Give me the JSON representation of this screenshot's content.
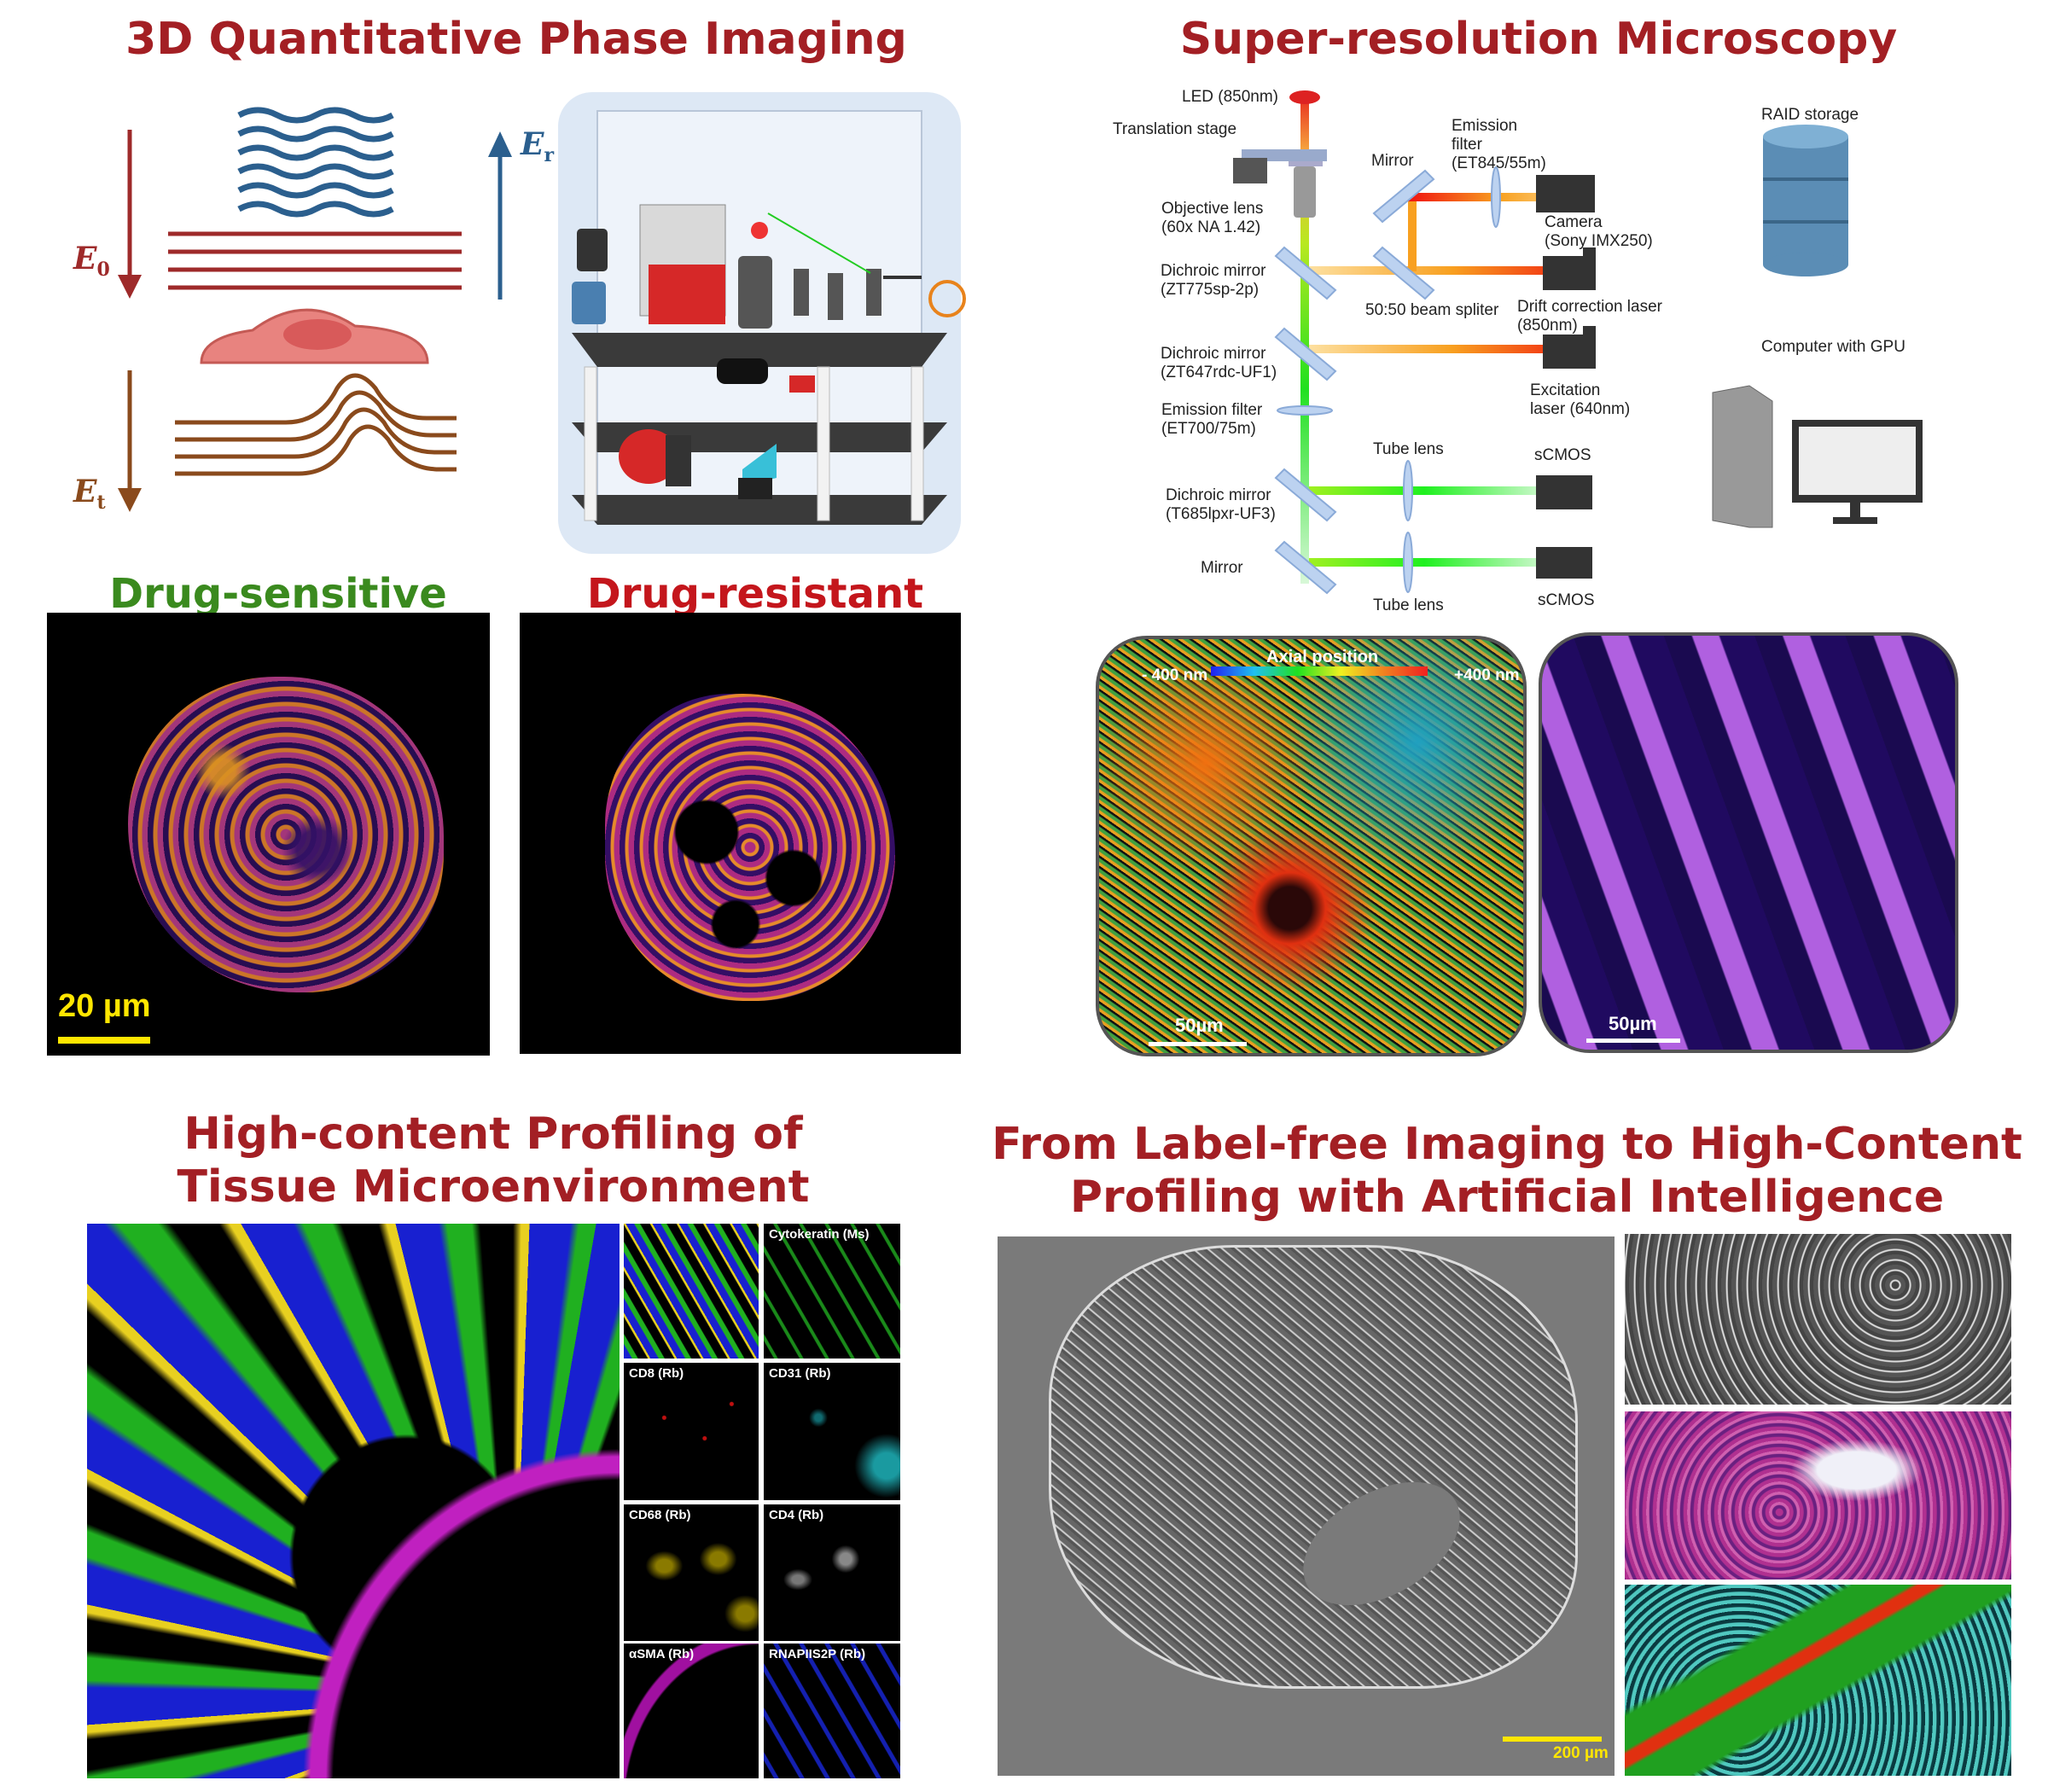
{
  "qpi": {
    "title": "3D Quantitative Phase Imaging",
    "e0": {
      "symbol": "E",
      "sub": "0"
    },
    "er": {
      "symbol": "E",
      "sub": "r"
    },
    "et": {
      "symbol": "E",
      "sub": "t"
    },
    "drug_sensitive": "Drug-sensitive",
    "drug_resistant": "Drug-resistant",
    "scale_bar": "20 µm",
    "colors": {
      "title": "#a31f24",
      "sensitive": "#3a8a1e",
      "resistant": "#c4161c",
      "blue_arrow": "#2b5f8e",
      "red_arrow": "#9e2a2a",
      "brown_arrow": "#8a4a1c"
    }
  },
  "sr": {
    "title": "Super-resolution Microscopy",
    "labels": {
      "led": "LED (850nm)",
      "translation_stage": "Translation stage",
      "objective": "Objective lens\n(60x NA 1.42)",
      "dichroic1": "Dichroic mirror\n(ZT775sp-2p)",
      "dichroic2": "Dichroic mirror\n(ZT647rdc-UF1)",
      "emission_filter": "Emission filter\n(ET700/75m)",
      "dichroic3": "Dichroic mirror\n(T685lpxr-UF3)",
      "mirror_bottom": "Mirror",
      "mirror_top": "Mirror",
      "emission_filter_top": "Emission\nfilter\n(ET845/55m)",
      "camera": "Camera\n(Sony IMX250)",
      "beam_splitter": "50:50 beam spliter",
      "drift_laser": "Drift correction laser\n(850nm)",
      "excitation_laser": "Excitation\nlaser (640nm)",
      "tube_lens_1": "Tube lens",
      "tube_lens_2": "Tube lens",
      "scmos_1": "sCMOS",
      "scmos_2": "sCMOS",
      "raid": "RAID storage",
      "computer": "Computer with GPU"
    },
    "axial_position": "Axial position",
    "axial_min": "- 400 nm",
    "axial_max": "+400 nm",
    "scale_bar_left": "50µm",
    "scale_bar_right": "50µm"
  },
  "profiling": {
    "title_line1": "High-content Profiling of",
    "title_line2": "Tissue Microenvironment",
    "channels": [
      {
        "label": ""
      },
      {
        "label": "Cytokeratin (Ms)",
        "color": "#2fd12f"
      },
      {
        "label": "CD8 (Rb)",
        "color": "#e01010"
      },
      {
        "label": "CD31 (Rb)",
        "color": "#20c8d0"
      },
      {
        "label": "CD68 (Rb)",
        "color": "#e8d000"
      },
      {
        "label": "CD4 (Rb)",
        "color": "#dddddd"
      },
      {
        "label": "αSMA (Rb)",
        "color": "#d020d0"
      },
      {
        "label": "RNAPIIS2P (Rb)",
        "color": "#2030f0"
      }
    ]
  },
  "ai": {
    "title_line1": "From Label-free Imaging to High-Content",
    "title_line2": "Profiling with Artificial Intelligence",
    "scale_bar": "200 µm"
  }
}
